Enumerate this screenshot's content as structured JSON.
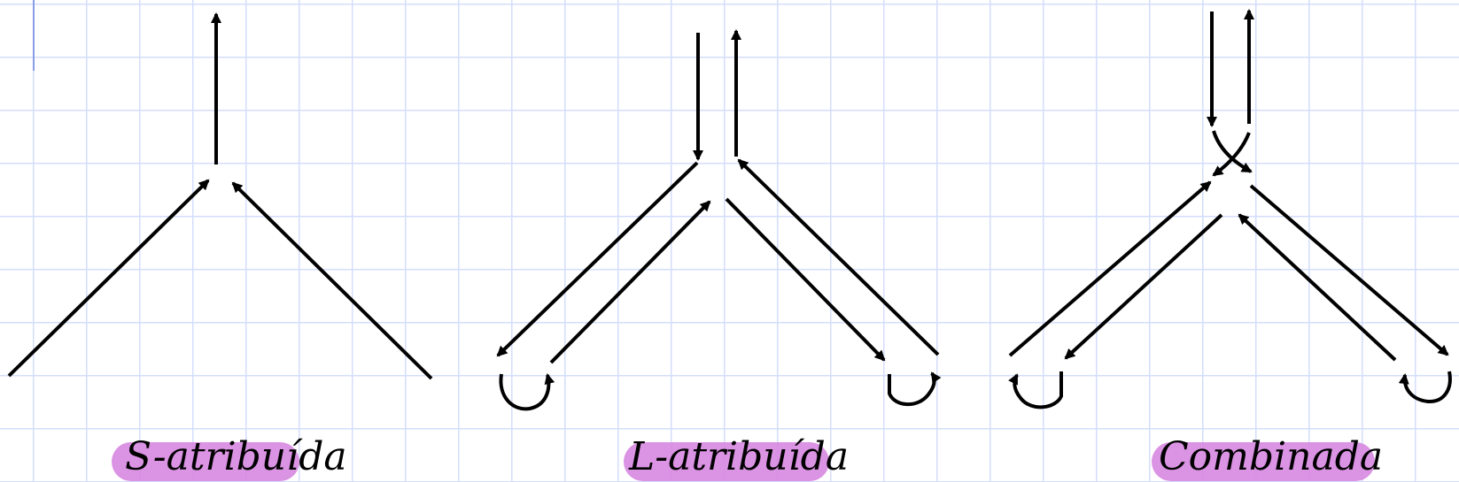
{
  "captions": {
    "s_attributed": "S-atribuída",
    "l_attributed": "L-atribuída",
    "combined": "Combinada"
  },
  "colors": {
    "grid": "#d4defb",
    "margin_line": "#8a9ee8",
    "highlight": "#d787e0",
    "ink": "#000000"
  }
}
